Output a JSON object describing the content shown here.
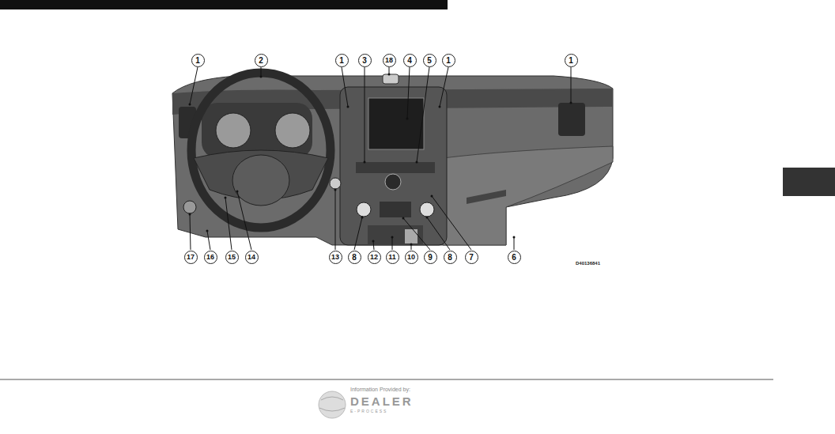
{
  "diagram": {
    "labels": [
      "1",
      "2",
      "1",
      "3",
      "18",
      "4",
      "5",
      "1",
      "1",
      "17",
      "16",
      "15",
      "14",
      "13",
      "8",
      "12",
      "11",
      "10",
      "9",
      "8",
      "7",
      "6",
      "D40136841",
      "Information Provided by:",
      "DEALER",
      "E-PROCESS"
    ]
  }
}
